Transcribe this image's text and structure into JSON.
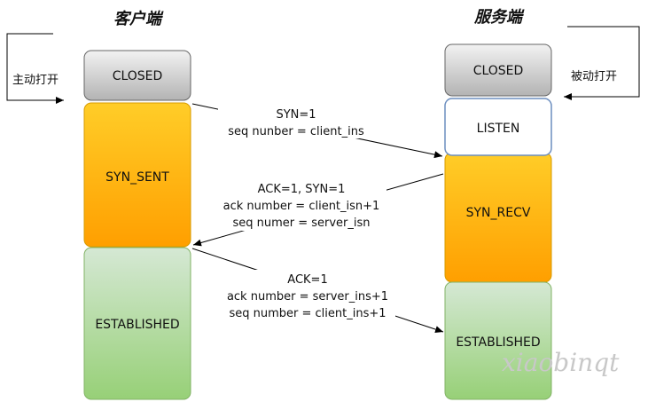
{
  "titles": {
    "client": "客户端",
    "server": "服务端"
  },
  "notes": {
    "active_open": "主动打开",
    "passive_open": "被动打开"
  },
  "client_states": {
    "closed": "CLOSED",
    "syn_sent": "SYN_SENT",
    "established": "ESTABLISHED"
  },
  "server_states": {
    "closed": "CLOSED",
    "listen": "LISTEN",
    "syn_recv": "SYN_RECV",
    "established": "ESTABLISHED"
  },
  "messages": {
    "m1": {
      "line1": "SYN=1",
      "line2": "seq nunber = client_ins"
    },
    "m2": {
      "line1": "ACK=1, SYN=1",
      "line2": "ack number = client_isn+1",
      "line3": "seq numer = server_isn"
    },
    "m3": {
      "line1": "ACK=1",
      "line2": "ack number = server_ins+1",
      "line3": "seq number = client_ins+1"
    }
  },
  "watermark": "xiaobinqt",
  "colors": {
    "closed": "#d6d6d6",
    "orange": "#ffa500",
    "green": "#8fcf73",
    "listen": "#ffffff",
    "listen_border": "#6c8ebf"
  }
}
